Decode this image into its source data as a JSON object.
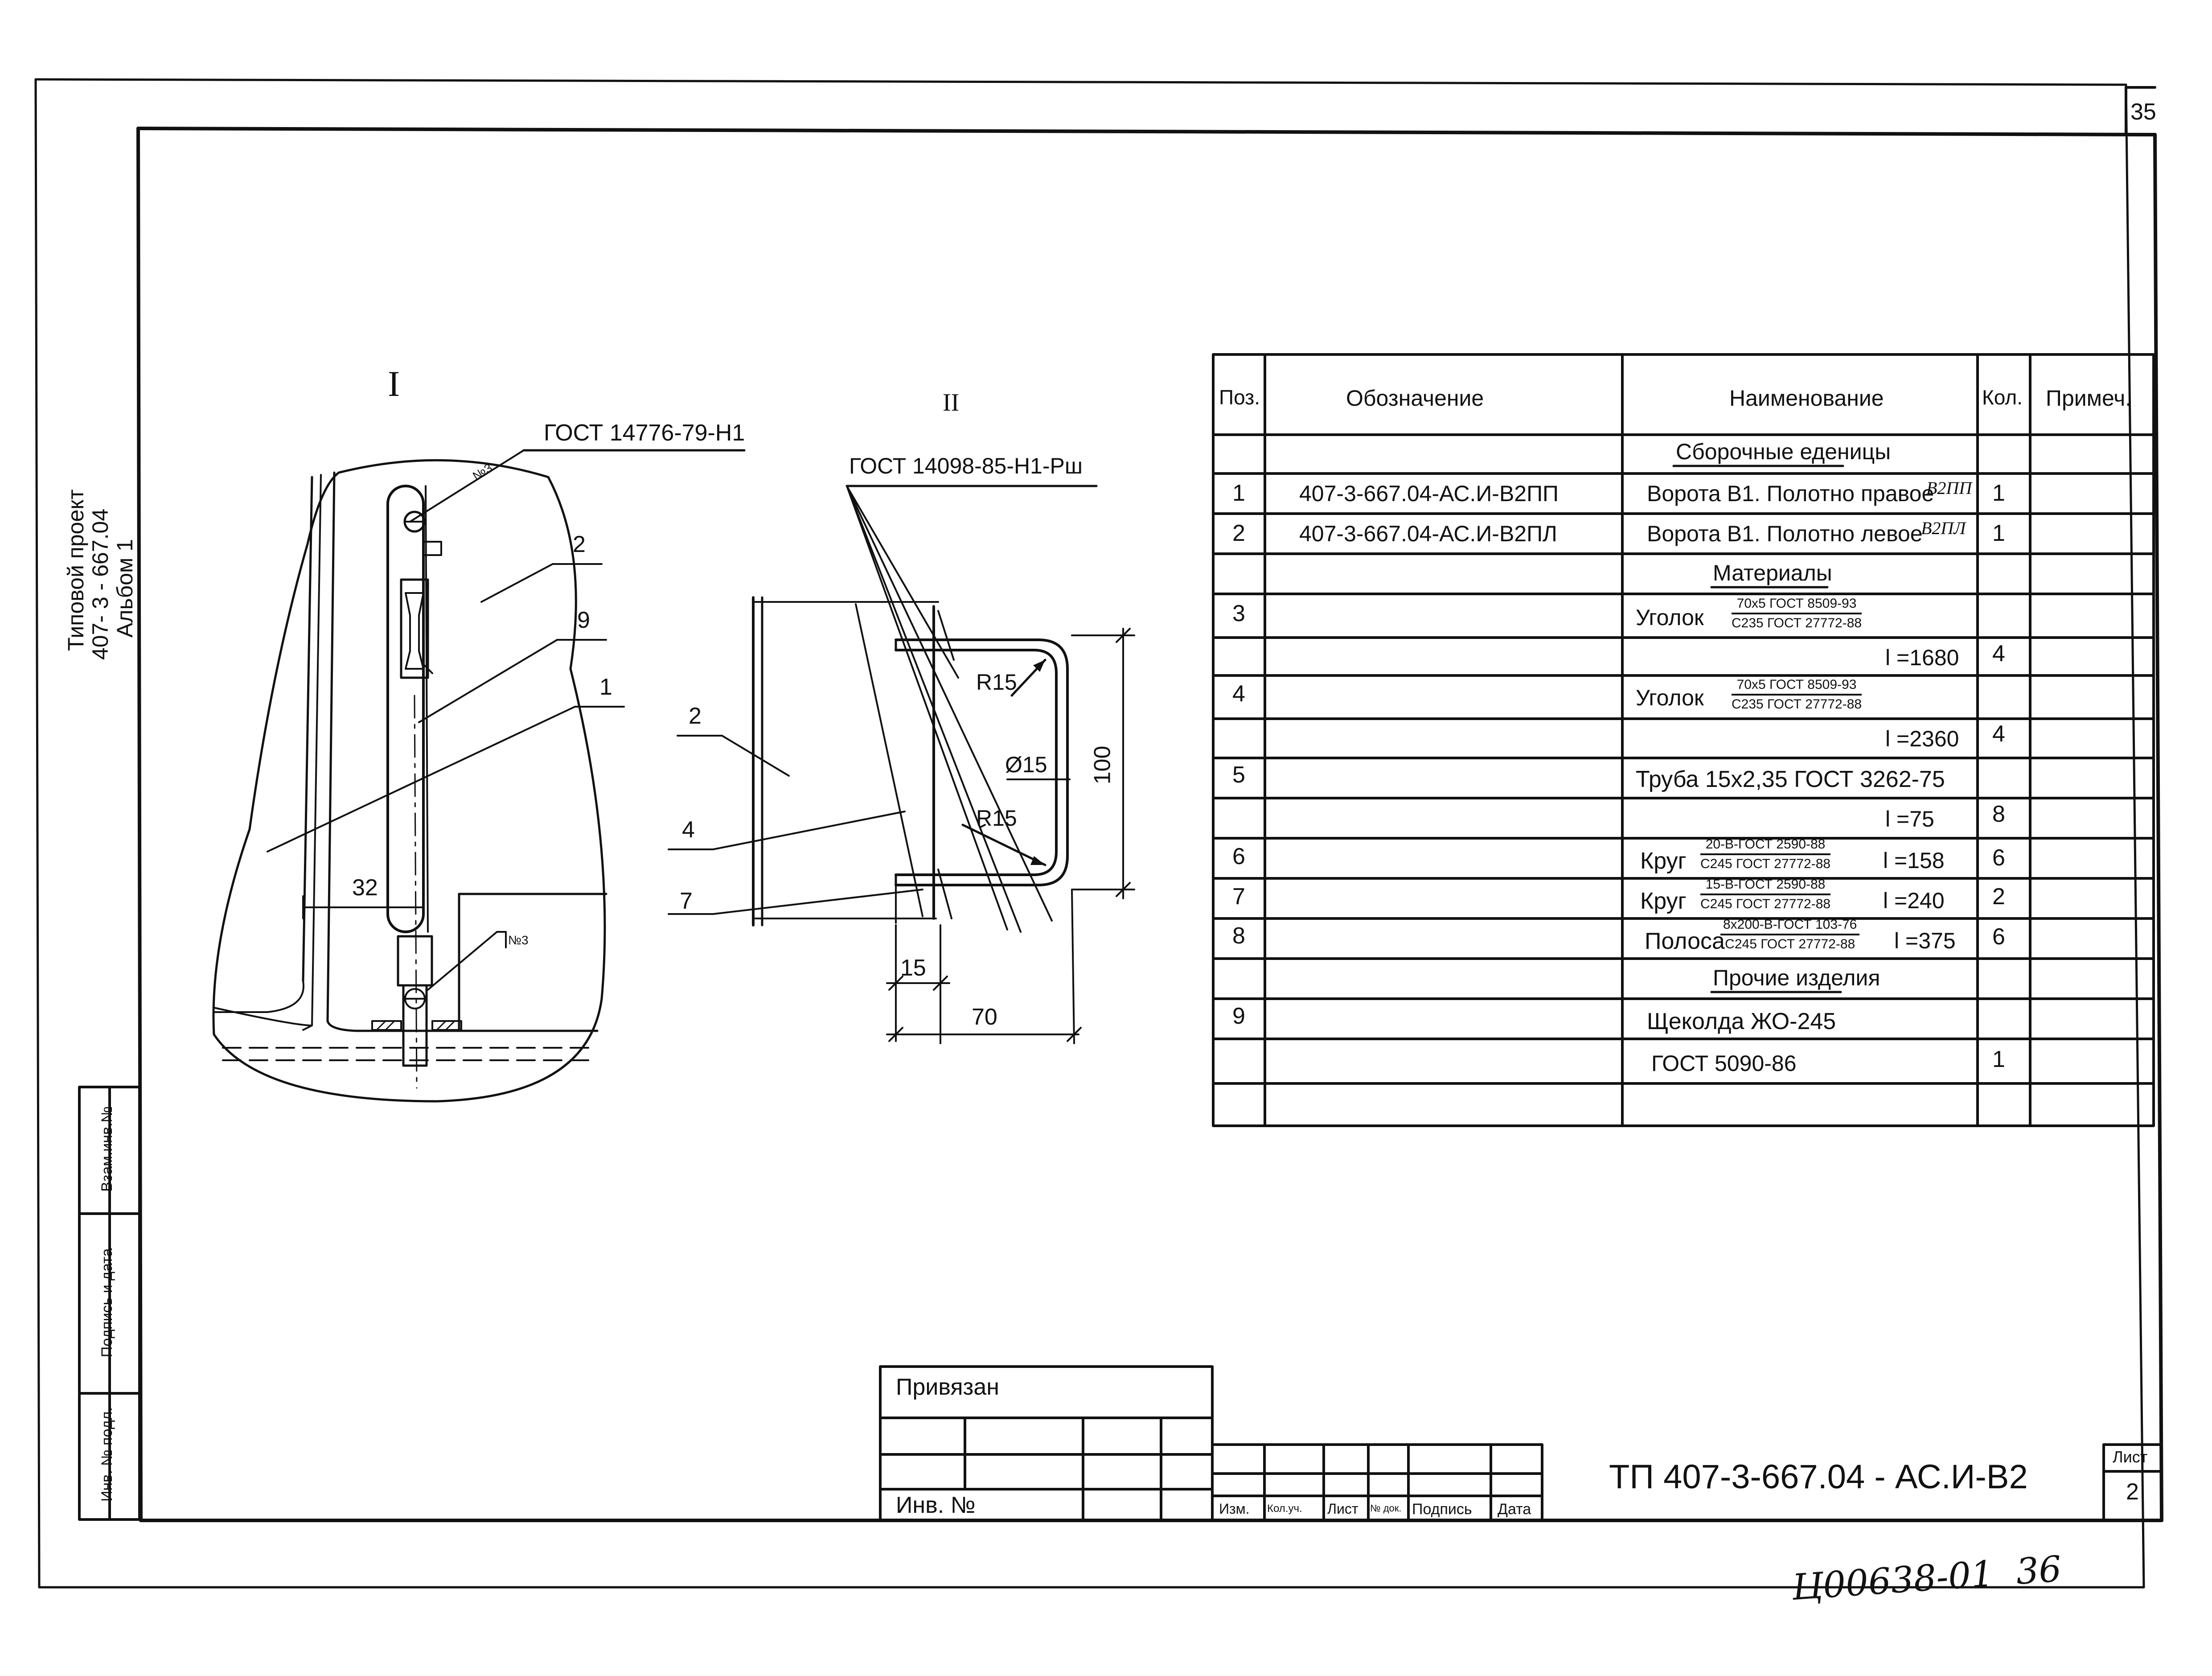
{
  "sheet_corner_number": "35",
  "left_margin": {
    "project_line1": "Типовой проект",
    "project_line2": "407- 3 - 667.04",
    "project_line3": "Альбом 1"
  },
  "side_stamp": {
    "vzam": "Взам.инв.№",
    "podpis": "Подпись и дата",
    "inv_podl": "Инв. № подл."
  },
  "view1": {
    "title": "I",
    "gost": "ГОСТ 14776-79-Н1",
    "weld1": "№3",
    "weld2": "№3",
    "callout_2": "2",
    "callout_9": "9",
    "callout_1": "1",
    "dim_32": "32"
  },
  "view2": {
    "title": "II",
    "gost": "ГОСТ 14098-85-Н1-Рш",
    "callout_2": "2",
    "callout_4": "4",
    "callout_7": "7",
    "r15_top": "R15",
    "d15": "Ø15",
    "r15_bot": "R15",
    "dim_100": "100",
    "dim_15": "15",
    "dim_70": "70"
  },
  "spec_table": {
    "headers": [
      "Поз.",
      "Обозначение",
      "Наименование",
      "Кол.",
      "Примеч."
    ],
    "section_assembly": "Сборочные еденицы",
    "row1": {
      "pos": "1",
      "code": "407-3-667.04-АС.И-В2ПП",
      "name": "Ворота В1. Полотно правое",
      "name_hw": "В2ПП",
      "qty": "1"
    },
    "row2": {
      "pos": "2",
      "code": "407-3-667.04-АС.И-В2ПЛ",
      "name": "Ворота В1. Полотно левое",
      "name_hw": "В2ПЛ",
      "qty": "1"
    },
    "section_materials": "Материалы",
    "row3": {
      "pos": "3",
      "name": "Уголок",
      "num": "70х5 ГОСТ 8509-93",
      "den": "С235 ГОСТ 27772-88",
      "len": "l =1680",
      "qty": "4"
    },
    "row4": {
      "pos": "4",
      "name": "Уголок",
      "num": "70х5 ГОСТ 8509-93",
      "den": "С235 ГОСТ 27772-88",
      "len": "l =2360",
      "qty": "4"
    },
    "row5": {
      "pos": "5",
      "name": "Труба 15х2,35  ГОСТ 3262-75",
      "len": "l =75",
      "qty": "8"
    },
    "row6": {
      "pos": "6",
      "name": "Круг",
      "num": "20-В-ГОСТ 2590-88",
      "den": "С245 ГОСТ 27772-88",
      "len": "l =158",
      "qty": "6"
    },
    "row7": {
      "pos": "7",
      "name": "Круг",
      "num": "15-В-ГОСТ 2590-88",
      "den": "С245 ГОСТ 27772-88",
      "len": "l =240",
      "qty": "2"
    },
    "row8": {
      "pos": "8",
      "name": "Полоса",
      "num": "8х200-В-ГОСТ 103-76",
      "den": "С245 ГОСТ 27772-88",
      "len": "l =375",
      "qty": "6"
    },
    "section_other": "Прочие изделия",
    "row9": {
      "pos": "9",
      "name": "Щеколда ЖО-245",
      "name2": "ГОСТ 5090-86",
      "qty": "1"
    }
  },
  "title_block": {
    "privyazan": "Привязан",
    "inv_no": "Инв. №",
    "cols": [
      "Изм.",
      "Кол.уч.",
      "Лист",
      "№ док.",
      "Подпись",
      "Дата"
    ],
    "doc_code": "ТП 407-3-667.04 - АС.И-В2",
    "list_label": "Лист",
    "list_value": "2"
  },
  "handwritten_note": "Ц00638-01  36"
}
